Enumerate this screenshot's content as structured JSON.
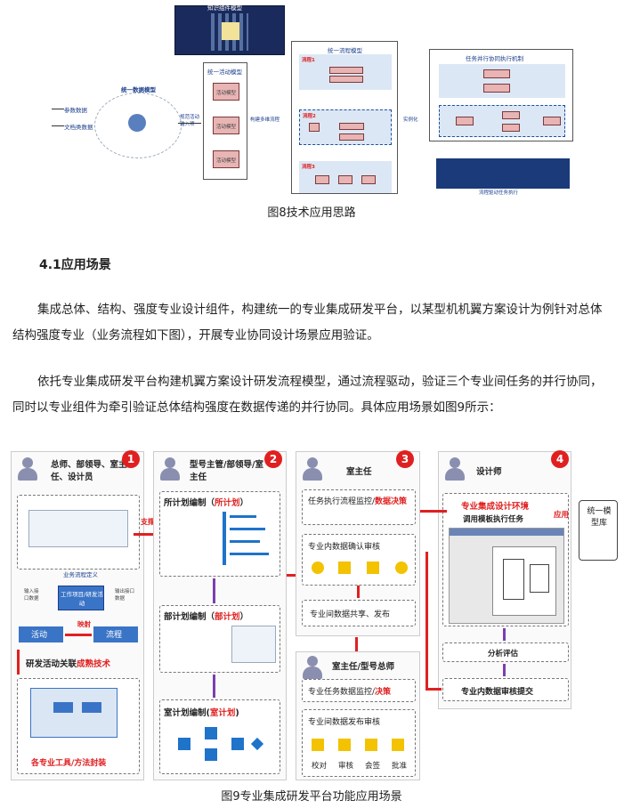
{
  "fig8": {
    "caption": "图8技术应用思路",
    "knowledge_model": "知识组件模型",
    "data_model": "统一数据模型",
    "param_data": "参数数据",
    "doc_data": "文档类数据",
    "activity_model": "统一活动模型",
    "process_model": "统一流程模型",
    "exec_mechanism": "任务并行协同执行机制",
    "link1": "规范活动输入项",
    "link2": "构建多维流程",
    "link3": "实例化",
    "activity_items": [
      "活动模型",
      "活动模型",
      "活动模型"
    ],
    "flow_labels": [
      "流程1",
      "流程2",
      "流程3"
    ],
    "process_driven": "流程驱动任务执行"
  },
  "section": {
    "heading": "4.1应用场景",
    "para1": "集成总体、结构、强度专业设计组件，构建统一的专业集成研发平台，以某型机机翼方案设计为例针对总体结构强度专业（业务流程如下图），开展专业协同设计场景应用验证。",
    "para2": "依托专业集成研发平台构建机翼方案设计研发流程模型，通过流程驱动，验证三个专业间任务的并行协同，同时以专业组件为牵引验证总体结构强度在数据传递的并行协同。具体应用场景如图9所示："
  },
  "fig9": {
    "caption": "图9专业集成研发平台功能应用场景",
    "panel1": {
      "number": "1",
      "title": "总师、部领导、室主任、设计员",
      "support": "支撑",
      "biz_flow": "业务流程定义",
      "work_item": "工作项目/研发活动",
      "input": "输入接口数据",
      "output": "输出接口数据",
      "mapping": "映射",
      "activity": "活动",
      "process": "流程",
      "tech_title": "研发活动关联",
      "tech_red": "成熟技术",
      "tools": "各专业工具/方法封装"
    },
    "panel2": {
      "number": "2",
      "title": "型号主管/部领导/室主任",
      "plan1": "所计划编制（",
      "plan1_red": "所计划",
      "plan2": "部计划编制（",
      "plan2_red": "部计划",
      "plan3": "室计划编制(",
      "plan3_red": "室计划"
    },
    "panel3": {
      "number": "3",
      "title": "室主任",
      "monitor": "任务执行流程监控/",
      "monitor_red": "数据决策",
      "review": "专业内数据确认审核",
      "share": "专业间数据共享、发布",
      "title2": "室主任/型号总师",
      "monitor2": "专业任务数据监控/",
      "monitor2_red": "决策",
      "release": "专业间数据发布审核",
      "steps": [
        "校对",
        "审核",
        "会签",
        "批准"
      ]
    },
    "panel4": {
      "number": "4",
      "title": "设计师",
      "env": "专业集成设计环境",
      "template": "调用模板执行任务",
      "apply": "应用",
      "lib": "统一模型库",
      "analysis": "分析评估",
      "submit": "专业内数据审核提交"
    }
  }
}
